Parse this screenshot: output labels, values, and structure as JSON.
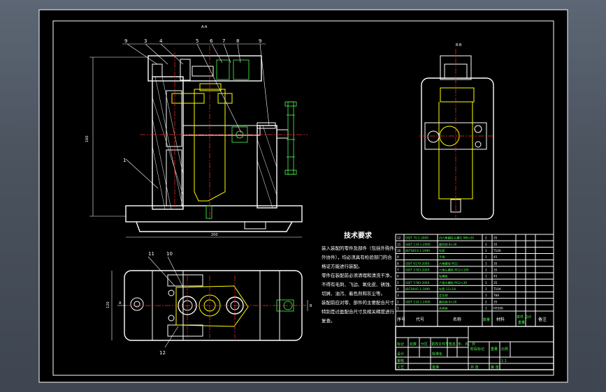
{
  "drawing": {
    "part_labels": [
      "9",
      "3",
      "4",
      "5",
      "6",
      "7",
      "8",
      "9",
      "1",
      "11",
      "10",
      "12"
    ],
    "section_labels": {
      "front": "A-A",
      "side": "B-B",
      "arrow_a": "A",
      "arrow_b": "B"
    },
    "dimensions": {
      "height": "160",
      "width": "200",
      "plan_depth": "120"
    },
    "tech_requirements": {
      "heading": "技术要求",
      "lines": [
        "装入装配的零件及部件（包括外购件、",
        "外协件），均必须具有检验部门的合",
        "格证方能进行装配。",
        "零件在装配前必须清理和清洗干净，",
        "不得有毛刺、飞边、氧化皮、锈蚀、",
        "切屑、油污、着色剂和灰尘等。",
        "装配前应对零、部件的主要配合尺寸，",
        "特别是过盈配合尺寸及相关精度进行",
        "复查。"
      ]
    },
    "bom_rows": [
      {
        "no": "12",
        "code": "GB/T 70.1-2000",
        "name": "内六角圆柱头螺钉 M8×20",
        "qty": "2",
        "material": "35"
      },
      {
        "no": "11",
        "code": "GB/T 119.1-2000",
        "name": "圆柱销 8×30",
        "qty": "2",
        "material": "35"
      },
      {
        "no": "10",
        "code": "JB/T8019.1-1999",
        "name": "钻套",
        "qty": "1",
        "material": "T10A"
      },
      {
        "no": "9",
        "code": "",
        "name": "手柄",
        "qty": "1",
        "material": "45"
      },
      {
        "no": "8",
        "code": "GB/T 6170-2000",
        "name": "六角螺母 M12",
        "qty": "1",
        "material": "35"
      },
      {
        "no": "7",
        "code": "GB/T 5783-2000",
        "name": "六角头螺栓 M12×100",
        "qty": "1",
        "material": "35"
      },
      {
        "no": "6",
        "code": "",
        "name": "钻模板",
        "qty": "1",
        "material": "45"
      },
      {
        "no": "5",
        "code": "GB/T 5780-2000",
        "name": "六角头螺栓 M12×30",
        "qty": "1",
        "material": "35"
      },
      {
        "no": "4",
        "code": "JB/T8045.1-1999",
        "name": "钻套 12×18",
        "qty": "1",
        "material": "T10A"
      },
      {
        "no": "3",
        "code": "",
        "name": "定位销",
        "qty": "1",
        "material": "T8A"
      },
      {
        "no": "2",
        "code": "GB/T 119.1-2000",
        "name": "圆柱销 6×20",
        "qty": "2",
        "material": "35"
      },
      {
        "no": "1",
        "code": "",
        "name": "夹具体",
        "qty": "1",
        "material": "HT200"
      }
    ],
    "bom_header": {
      "no": "序号",
      "code": "代号",
      "name": "名称",
      "qty": "数量",
      "material": "材料",
      "weight": "单件 总计",
      "weight2": "重量",
      "remark": "备注"
    },
    "title_block": {
      "cells": [
        "标记",
        "处数",
        "分区",
        "更改文件号",
        "签名",
        "年、月、日",
        "设计",
        "标准化",
        "阶段标记",
        "重量",
        "比例",
        "审核",
        "工艺",
        "批准",
        "共 张",
        "第 张",
        "1:1"
      ]
    }
  }
}
